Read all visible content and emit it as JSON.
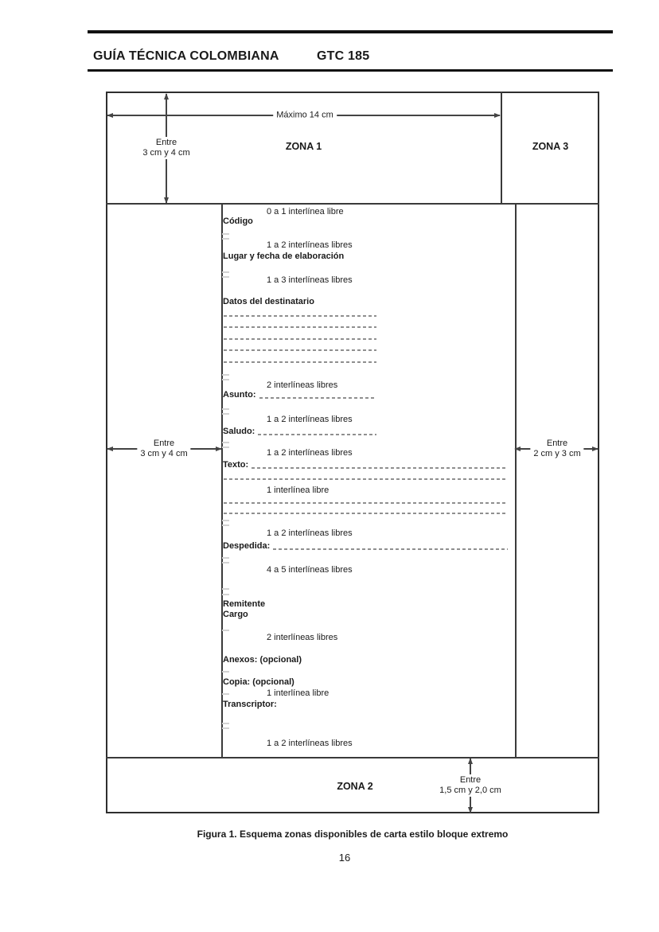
{
  "header": {
    "title": "GUÍA TÉCNICA COLOMBIANA",
    "code": "GTC 185"
  },
  "figure": {
    "zona1_label": "ZONA 1",
    "zona2_label": "ZONA 2",
    "zona3_label": "ZONA 3",
    "dim_max_width": "Máximo 14 cm",
    "dim_top": {
      "l1": "Entre",
      "l2": "3 cm y 4 cm"
    },
    "dim_left": {
      "l1": "Entre",
      "l2": "3 cm y 4 cm"
    },
    "dim_right": {
      "l1": "Entre",
      "l2": "2 cm y 3 cm"
    },
    "dim_bottom": {
      "l1": "Entre",
      "l2": "1,5 cm y 2,0 cm"
    },
    "letter": {
      "interline_0_1": "0 a 1 interlínea libre",
      "codigo": "Código",
      "interline_1_2_a": "1 a 2 interlíneas libres",
      "lugar": "Lugar y fecha de elaboración",
      "interline_1_3": "1 a 3 interlíneas libres",
      "datos": "Datos del destinatario",
      "interline_2_a": "2 interlíneas libres",
      "asunto": "Asunto:",
      "interline_1_2_b": "1 a 2 interlíneas libres",
      "saludo": "Saludo:",
      "interline_1_2_c": "1 a 2 interlíneas libres",
      "texto": "Texto:",
      "interline_1_a": "1 interlínea libre",
      "interline_1_2_d": "1 a 2 interlíneas libres",
      "despedida": "Despedida:",
      "interline_4_5": "4 a 5 interlíneas libres",
      "remitente": "Remitente",
      "cargo": "Cargo",
      "interline_2_b": "2 interlíneas libres",
      "anexos": "Anexos: (opcional)",
      "copia": "Copia: (opcional)",
      "interline_1_b": "1 interlínea libre",
      "transcriptor": "Transcriptor:",
      "interline_1_2_e": "1 a 2 interlíneas libres"
    }
  },
  "caption": "Figura 1. Esquema zonas disponibles de carta estilo bloque extremo",
  "page_number": "16",
  "colors": {
    "line": "#3a3a3a",
    "dash": "#8f8f8f",
    "text": "#1a1a1a",
    "background": "#ffffff"
  }
}
